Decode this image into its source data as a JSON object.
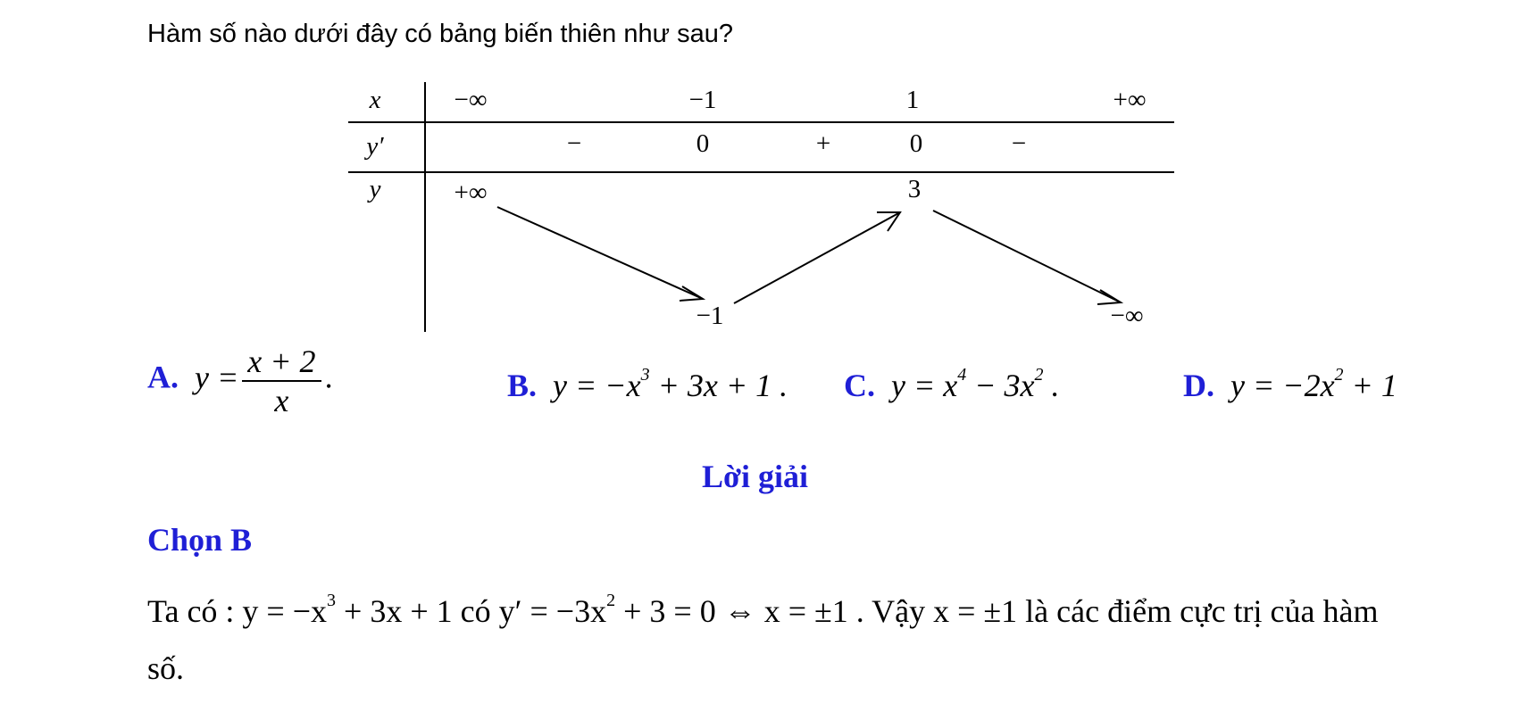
{
  "question": "Hàm số nào dưới đây có bảng biến thiên như sau?",
  "table": {
    "row_labels": {
      "x": "x",
      "yprime": "y′",
      "y": "y"
    },
    "x_values": [
      "−∞",
      "−1",
      "1",
      "+∞"
    ],
    "yprime_values": [
      "−",
      "0",
      "+",
      "0",
      "−"
    ],
    "y_values": {
      "start": "+∞",
      "min": "−1",
      "max": "3",
      "end": "−∞"
    }
  },
  "options": {
    "a": {
      "label": "A.",
      "lhs": "y =",
      "num": "x + 2",
      "den": "x",
      "tail": "."
    },
    "b": {
      "label": "B.",
      "text1": "y = −x",
      "exp1": "3",
      "text2": " + 3x + 1 ."
    },
    "c": {
      "label": "C.",
      "text1": "y = x",
      "exp1": "4",
      "text2": " − 3x",
      "exp2": "2",
      "text3": " ."
    },
    "d": {
      "label": "D.",
      "text1": "y = −2x",
      "exp1": "2",
      "text2": " + 1"
    }
  },
  "solution": {
    "heading": "Lời giải",
    "choice": "Chọn B",
    "line1_a": "Ta có :  y = −x",
    "line1_exp1": "3",
    "line1_b": " + 3x + 1  có  y′ = −3x",
    "line1_exp2": "2",
    "line1_c": " + 3 = 0 ⇔ x = ±1 . Vậy  x = ±1 là các điểm cực trị của hàm",
    "line2": "số."
  }
}
